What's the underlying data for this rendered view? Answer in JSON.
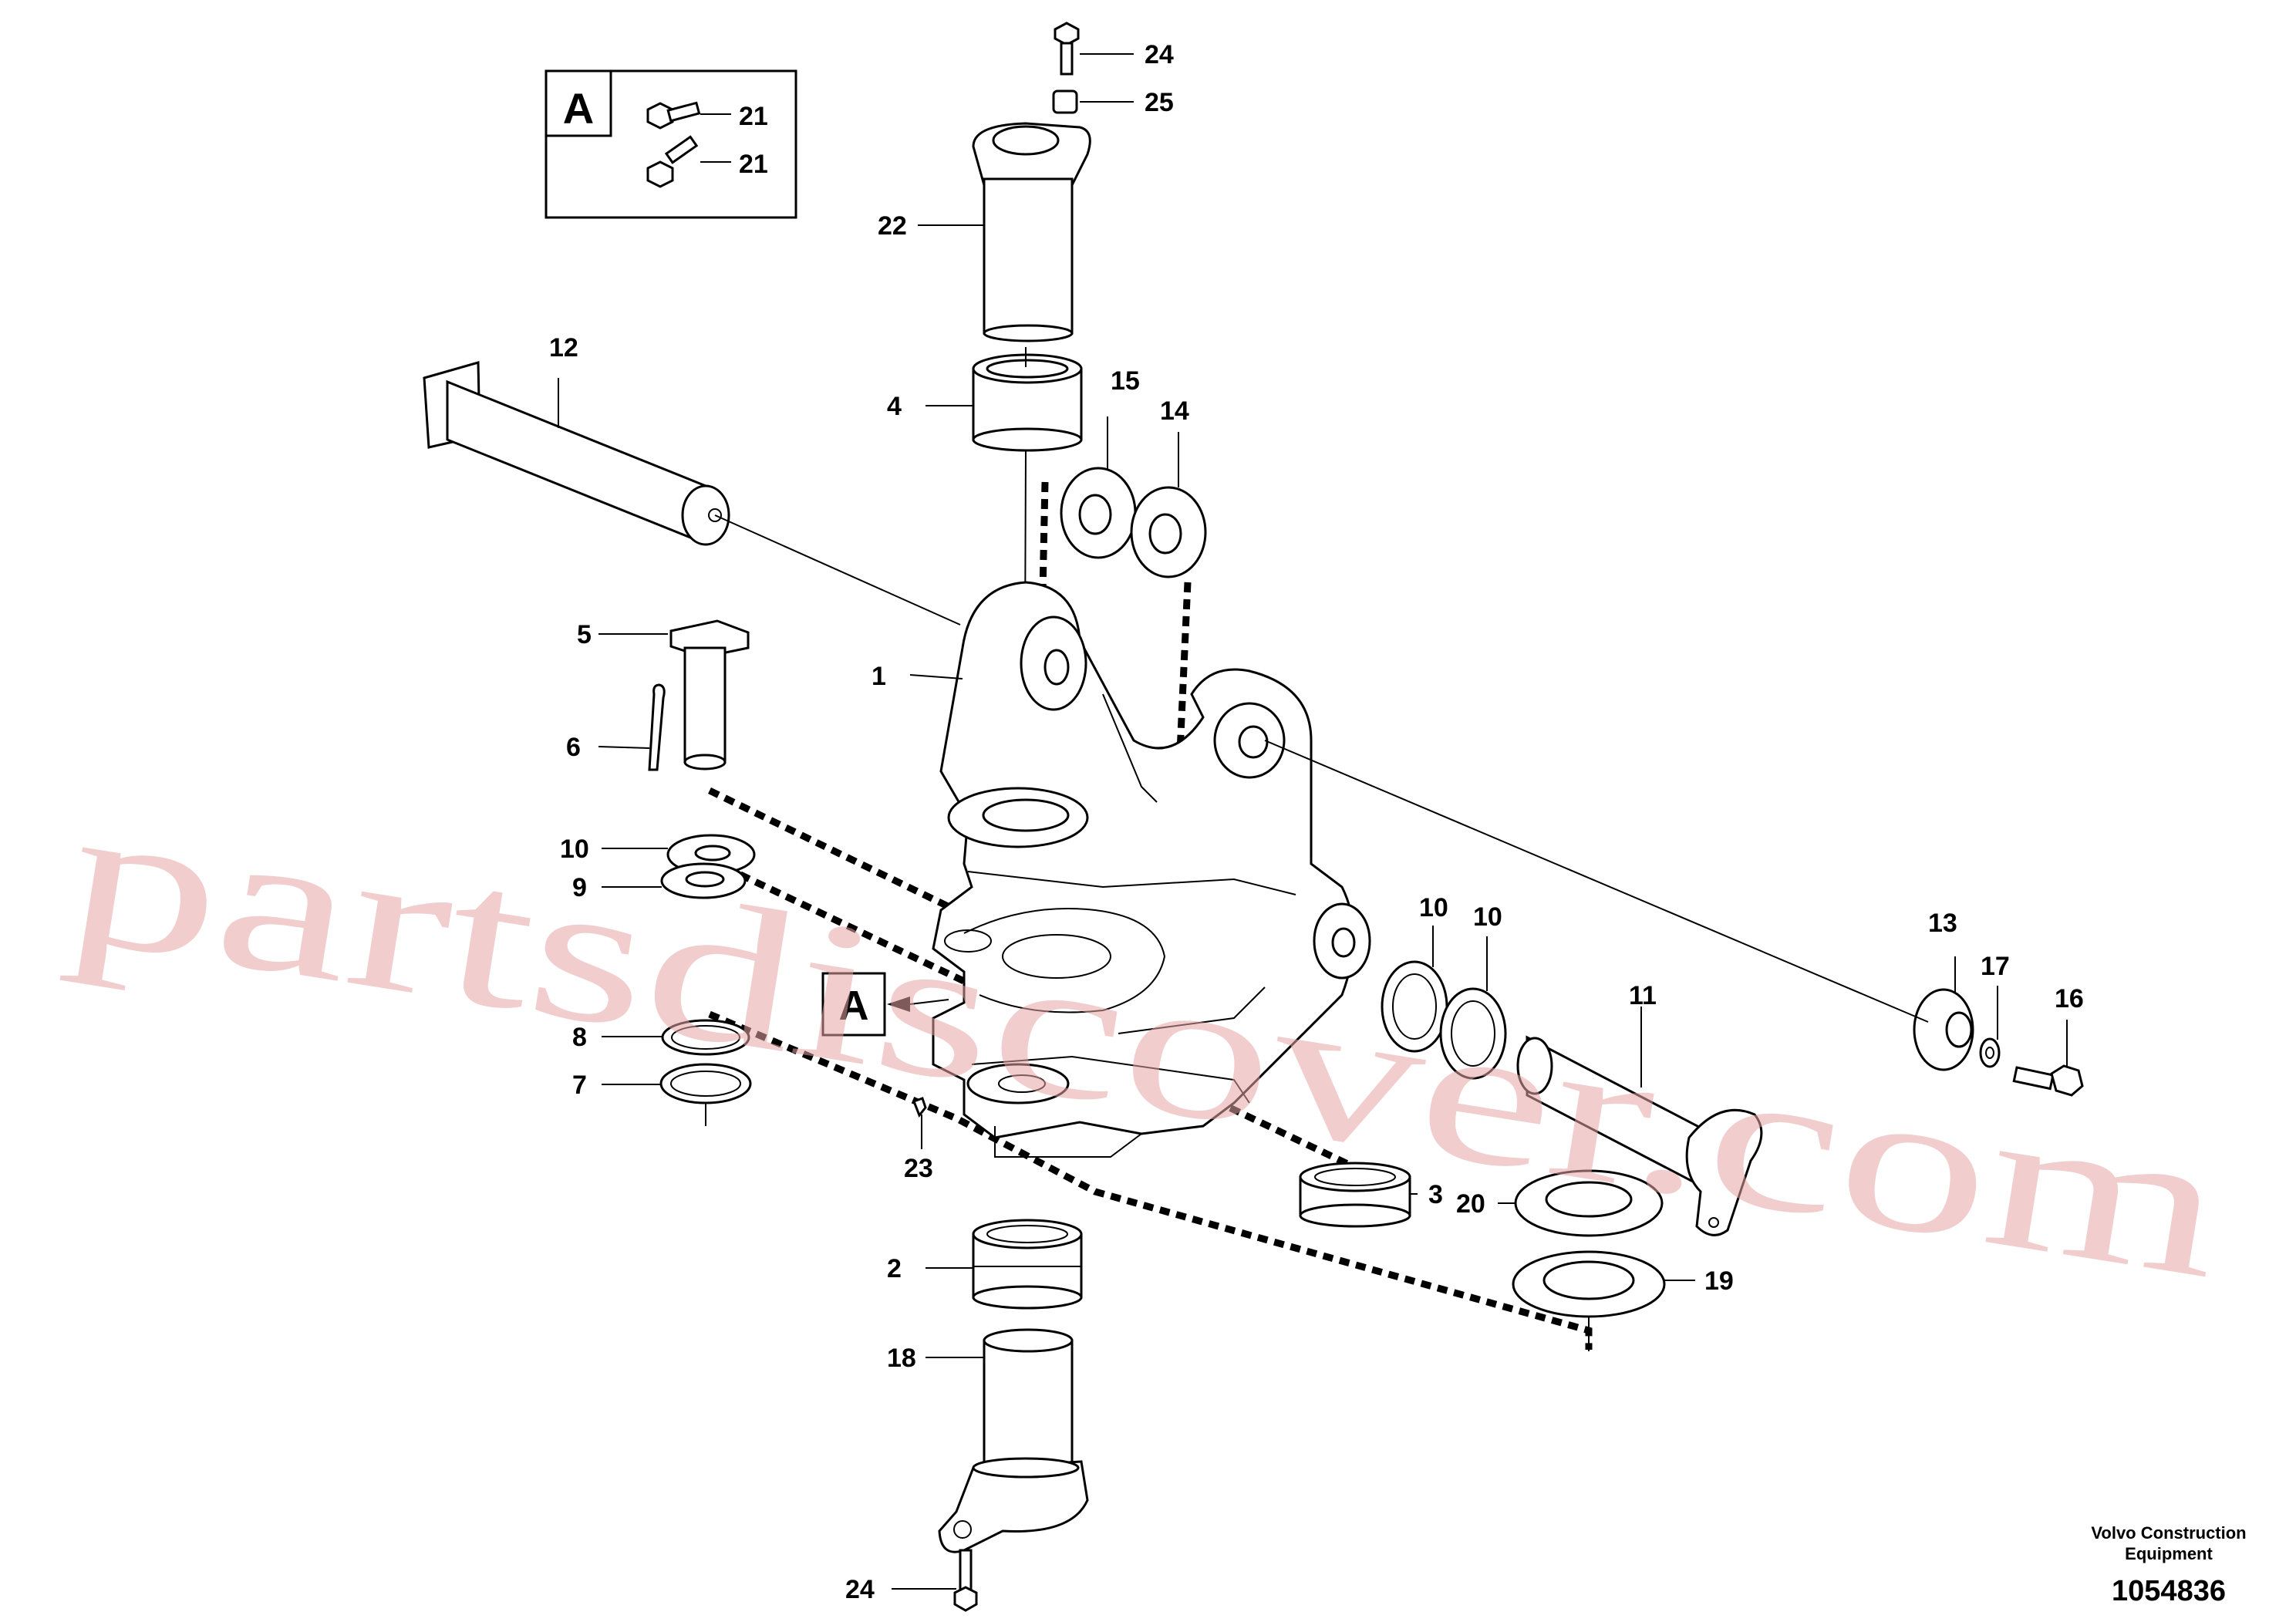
{
  "detail_box": {
    "title": "A",
    "labels": [
      "21",
      "21"
    ]
  },
  "callouts": {
    "c1": "1",
    "c2": "2",
    "c3": "3",
    "c4": "4",
    "c5": "5",
    "c6": "6",
    "c7": "7",
    "c8": "8",
    "c9": "9",
    "c10a": "10",
    "c10b": "10",
    "c10c": "10",
    "c11": "11",
    "c12": "12",
    "c13": "13",
    "c14": "14",
    "c15": "15",
    "c16": "16",
    "c17": "17",
    "c18": "18",
    "c19": "19",
    "c20": "20",
    "c22": "22",
    "c23": "23",
    "c24a": "24",
    "c24b": "24",
    "c25": "25"
  },
  "view_marker": "A",
  "footer": {
    "company_line1": "Volvo Construction",
    "company_line2": "Equipment",
    "drawing_number": "1054836"
  },
  "watermark": "partsdiscover.com"
}
